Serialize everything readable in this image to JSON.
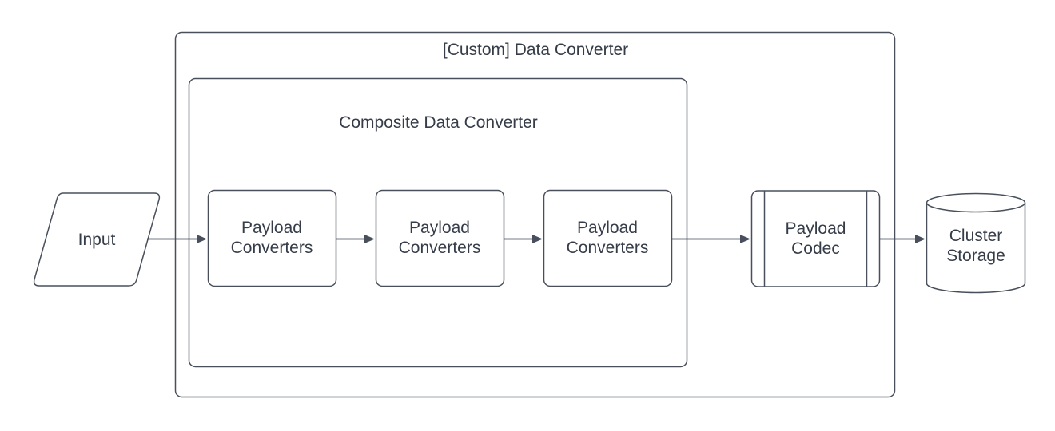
{
  "diagram": {
    "type": "flowchart",
    "colors": {
      "stroke": "#49505c",
      "text": "#363d49",
      "node_fill": "#ffffff",
      "background": "#ffffff"
    },
    "groups": {
      "outer": {
        "label": "[Custom] Data Converter"
      },
      "inner": {
        "label": "Composite Data Converter"
      }
    },
    "nodes": {
      "input": {
        "label": "Input",
        "shape": "parallelogram"
      },
      "payload_converters_1": {
        "label": "Payload\nConverters",
        "shape": "rounded-rectangle"
      },
      "payload_converters_2": {
        "label": "Payload\nConverters",
        "shape": "rounded-rectangle"
      },
      "payload_converters_3": {
        "label": "Payload\nConverters",
        "shape": "rounded-rectangle"
      },
      "payload_codec": {
        "label": "Payload\nCodec",
        "shape": "predefined-process"
      },
      "cluster_storage": {
        "label": "Cluster\nStorage",
        "shape": "cylinder"
      }
    },
    "edges": [
      {
        "from": "input",
        "to": "payload_converters_1"
      },
      {
        "from": "payload_converters_1",
        "to": "payload_converters_2"
      },
      {
        "from": "payload_converters_2",
        "to": "payload_converters_3"
      },
      {
        "from": "payload_converters_3",
        "to": "payload_codec"
      },
      {
        "from": "payload_codec",
        "to": "cluster_storage"
      }
    ]
  }
}
